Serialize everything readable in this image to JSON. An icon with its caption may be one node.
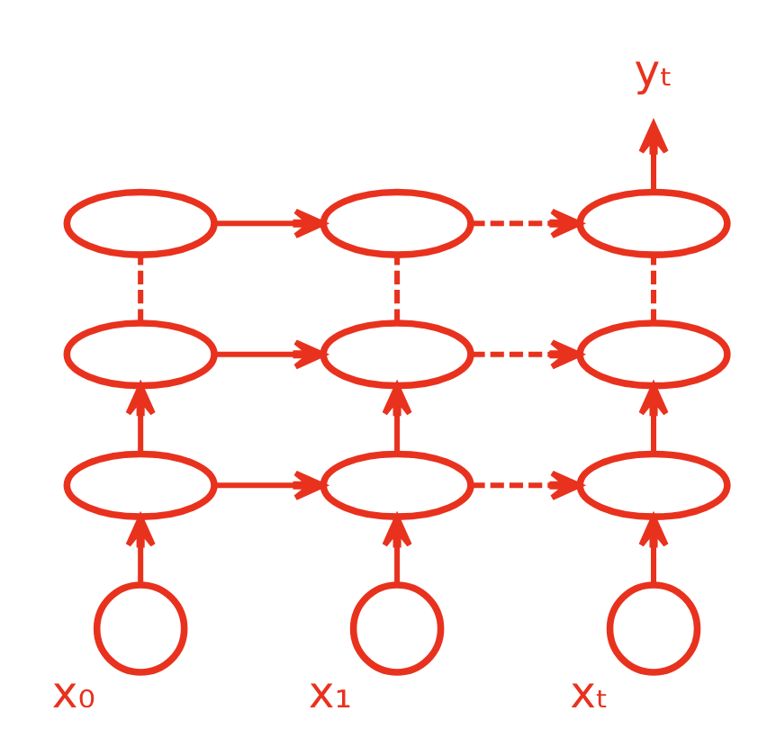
{
  "diagram": {
    "nodes": [
      {
        "text": [
          "yₜ"
        ]
      },
      {
        "text": [],
        "shape": "ellipse"
      },
      {
        "text": [],
        "shape": "ellipse"
      },
      {
        "text": [],
        "shape": "ellipse"
      },
      {
        "text": [],
        "shape": "ellipse"
      },
      {
        "text": [],
        "shape": "ellipse"
      },
      {
        "text": [],
        "shape": "ellipse"
      },
      {
        "text": [],
        "shape": "ellipse"
      },
      {
        "text": [],
        "shape": "ellipse"
      },
      {
        "text": [],
        "shape": "ellipse"
      },
      {
        "text": [],
        "shape": "circle",
        "beside": [
          "x₀"
        ]
      },
      {
        "text": [],
        "shape": "circle",
        "beside": [
          "x₁"
        ]
      },
      {
        "text": [],
        "shape": "circle",
        "beside": [
          "xₜ"
        ]
      }
    ],
    "edges": [
      {
        "from": 3,
        "to": 0,
        "arrow": "to"
      },
      {
        "from": 1,
        "to": 2,
        "arrow": "to"
      },
      {
        "from": 2,
        "to": 3,
        "arrow": "to",
        "style": "dashed"
      },
      {
        "from": 4,
        "to": 1,
        "arrow": "none",
        "style": "dashed"
      },
      {
        "from": 5,
        "to": 2,
        "arrow": "none",
        "style": "dashed"
      },
      {
        "from": 6,
        "to": 3,
        "arrow": "none",
        "style": "dashed"
      },
      {
        "from": 4,
        "to": 5,
        "arrow": "to"
      },
      {
        "from": 5,
        "to": 6,
        "arrow": "to",
        "style": "dashed"
      },
      {
        "from": 7,
        "to": 4,
        "arrow": "to"
      },
      {
        "from": 8,
        "to": 5,
        "arrow": "to"
      },
      {
        "from": 9,
        "to": 6,
        "arrow": "to"
      },
      {
        "from": 7,
        "to": 8,
        "arrow": "to"
      },
      {
        "from": 8,
        "to": 9,
        "arrow": "to",
        "style": "dashed"
      },
      {
        "from": 10,
        "to": 7,
        "arrow": "to"
      },
      {
        "from": 11,
        "to": 8,
        "arrow": "to"
      },
      {
        "from": 12,
        "to": 9,
        "arrow": "to"
      }
    ]
  }
}
